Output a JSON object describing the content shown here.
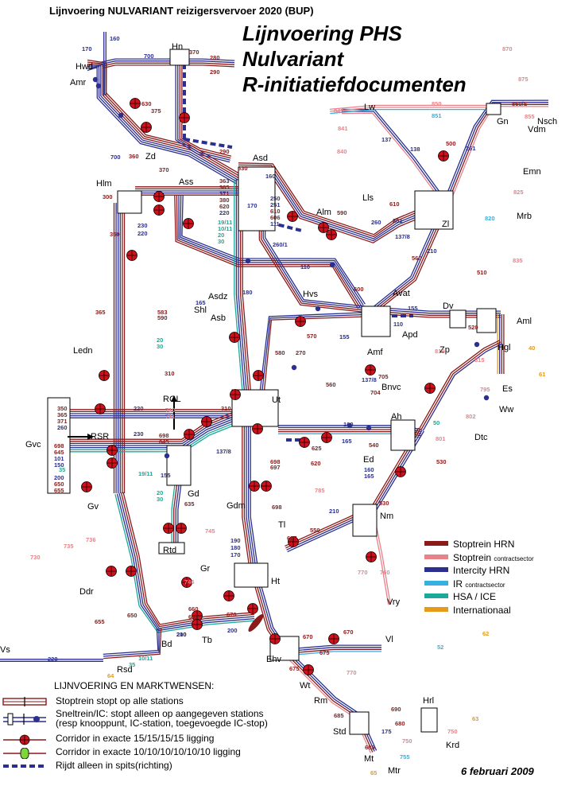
{
  "header": {
    "subtitle": "Lijnvoering NULVARIANT reizigersvervoer 2020 (BUP)",
    "title_lines": [
      "Lijnvoering PHS",
      "Nulvariant",
      "R-initiatiefdocumenten"
    ],
    "date": "6 februari 2009"
  },
  "colors": {
    "stoptrein_hrn": "#8b1a1a",
    "stoptrein_contract": "#e8838a",
    "intercity_hrn": "#2b2f8f",
    "ir_contract": "#35b0e0",
    "hsa_ice": "#1aa99a",
    "international": "#e59a1a",
    "corridor_red": "#d0101a"
  },
  "legend_lines": [
    {
      "label": "Stoptrein HRN",
      "suffix": "",
      "color_key": "stoptrein_hrn"
    },
    {
      "label": "Stoptrein",
      "suffix": "contractsector",
      "color_key": "stoptrein_contract"
    },
    {
      "label": "Intercity HRN",
      "suffix": "",
      "color_key": "intercity_hrn"
    },
    {
      "label": "IR",
      "suffix": "contractsector",
      "color_key": "ir_contract"
    },
    {
      "label": "HSA / ICE",
      "suffix": "",
      "color_key": "hsa_ice"
    },
    {
      "label": "Internationaal",
      "suffix": "",
      "color_key": "international"
    }
  ],
  "legend_bottom": {
    "title": "LIJNVOERING EN MARKTWENSEN:",
    "items": [
      {
        "label": "Stoptrein stopt op alle stations"
      },
      {
        "label": "Sneltrein/IC: stopt alleen op aangegeven stations",
        "label2": "(resp knooppunt, IC-station, toegevoegde IC-stop)"
      },
      {
        "label": "Corridor in exacte 15/15/15/15 ligging"
      },
      {
        "label": "Corridor in exacte 10/10/10/10/10/10 ligging"
      },
      {
        "label": "Rijdt alleen in spits(richting)"
      }
    ]
  },
  "stations": [
    {
      "code": "Hn"
    },
    {
      "code": "Hwd"
    },
    {
      "code": "Amr"
    },
    {
      "code": "Zd"
    },
    {
      "code": "Hlm"
    },
    {
      "code": "Ass"
    },
    {
      "code": "Asd"
    },
    {
      "code": "Lw"
    },
    {
      "code": "Gn"
    },
    {
      "code": "Nsch"
    },
    {
      "code": "Vdm"
    },
    {
      "code": "Emn"
    },
    {
      "code": "Mrb"
    },
    {
      "code": "Zl"
    },
    {
      "code": "Lls"
    },
    {
      "code": "Alm"
    },
    {
      "code": "Hvs"
    },
    {
      "code": "Avat"
    },
    {
      "code": "Dv"
    },
    {
      "code": "Aml"
    },
    {
      "code": "Apd"
    },
    {
      "code": "Amf"
    },
    {
      "code": "Zp"
    },
    {
      "code": "Hgl"
    },
    {
      "code": "Es"
    },
    {
      "code": "Bnvc"
    },
    {
      "code": "Ledn"
    },
    {
      "code": "Shl"
    },
    {
      "code": "Asdz"
    },
    {
      "code": "Asb"
    },
    {
      "code": "Ut"
    },
    {
      "code": "Gvc"
    },
    {
      "code": "RSR"
    },
    {
      "code": "RGL"
    },
    {
      "code": "Gd"
    },
    {
      "code": "Ah"
    },
    {
      "code": "Ww"
    },
    {
      "code": "Dtc"
    },
    {
      "code": "Ed"
    },
    {
      "code": "Gv"
    },
    {
      "code": "Gdm"
    },
    {
      "code": "Tl"
    },
    {
      "code": "Nm"
    },
    {
      "code": "Rtd"
    },
    {
      "code": "Gr"
    },
    {
      "code": "Ddr"
    },
    {
      "code": "Ht"
    },
    {
      "code": "Vry"
    },
    {
      "code": "Bd"
    },
    {
      "code": "Tb"
    },
    {
      "code": "Ehv"
    },
    {
      "code": "Vl"
    },
    {
      "code": "Rsd"
    },
    {
      "code": "Wt"
    },
    {
      "code": "Rm"
    },
    {
      "code": "Hrl"
    },
    {
      "code": "Std"
    },
    {
      "code": "Krd"
    },
    {
      "code": "Mt"
    },
    {
      "code": "Mtr"
    },
    {
      "code": "Vs"
    }
  ],
  "line_numbers": [
    "160",
    "170",
    "700",
    "370",
    "280",
    "290",
    "630",
    "375",
    "360",
    "370",
    "300",
    "700",
    "350",
    "230",
    "220",
    "290",
    "630",
    "363",
    "365",
    "371",
    "380",
    "620",
    "220",
    "19/11",
    "10/11",
    "20",
    "30",
    "160",
    "170",
    "250",
    "251",
    "610",
    "606",
    "111",
    "260/1",
    "110",
    "180",
    "260",
    "590",
    "610",
    "261",
    "137/8",
    "870",
    "875",
    "845",
    "841",
    "840",
    "850",
    "860/S",
    "851",
    "855",
    "137",
    "138",
    "500",
    "261",
    "825",
    "820",
    "835",
    "510",
    "560",
    "210",
    "155",
    "110",
    "520",
    "810",
    "815",
    "40",
    "61",
    "795",
    "802",
    "801",
    "530",
    "365",
    "583",
    "590",
    "580",
    "165",
    "600",
    "570",
    "270",
    "155",
    "137/8",
    "560",
    "705",
    "704",
    "350",
    "365",
    "371",
    "260",
    "698",
    "645",
    "101",
    "150",
    "35",
    "200",
    "650",
    "655",
    "310",
    "710",
    "711",
    "698",
    "645",
    "310",
    "137/8",
    "230",
    "220",
    "155",
    "19/11",
    "20",
    "30",
    "20",
    "30",
    "635",
    "160",
    "165",
    "625",
    "620",
    "540",
    "698",
    "697",
    "785",
    "210",
    "530",
    "160",
    "165",
    "50",
    "745",
    "736",
    "735",
    "730",
    "698",
    "190",
    "180",
    "170",
    "697",
    "550",
    "770",
    "760",
    "746",
    "655",
    "650",
    "660",
    "665",
    "670",
    "200",
    "200",
    "210",
    "670",
    "675",
    "670",
    "52",
    "62",
    "220",
    "64",
    "35",
    "10/11",
    "675",
    "770",
    "685",
    "690",
    "680",
    "750",
    "175",
    "685",
    "750",
    "755",
    "63",
    "65"
  ]
}
